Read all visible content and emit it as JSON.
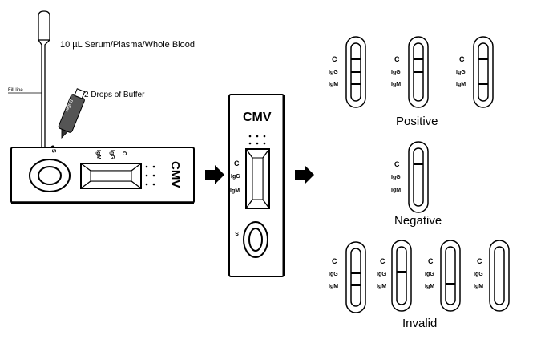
{
  "step1": {
    "sample_label": "10 µL Serum/Plasma/Whole Blood",
    "fill_line_label": "Fill line",
    "buffer_label": "2 Drops of Buffer",
    "buffer_bottle_text": "Buffer",
    "cassette_label": "CMV",
    "marker_c": "C",
    "marker_igg": "IgG",
    "marker_igm": "IgM",
    "well_label": "S"
  },
  "step2": {
    "title": "CMV",
    "marker_c": "C",
    "marker_igg": "IgG",
    "marker_igm": "IgM",
    "well_label": "S"
  },
  "results": {
    "positive": "Positive",
    "negative": "Negative",
    "invalid": "Invalid",
    "c": "C",
    "igg": "IgG",
    "igm": "IgM"
  }
}
